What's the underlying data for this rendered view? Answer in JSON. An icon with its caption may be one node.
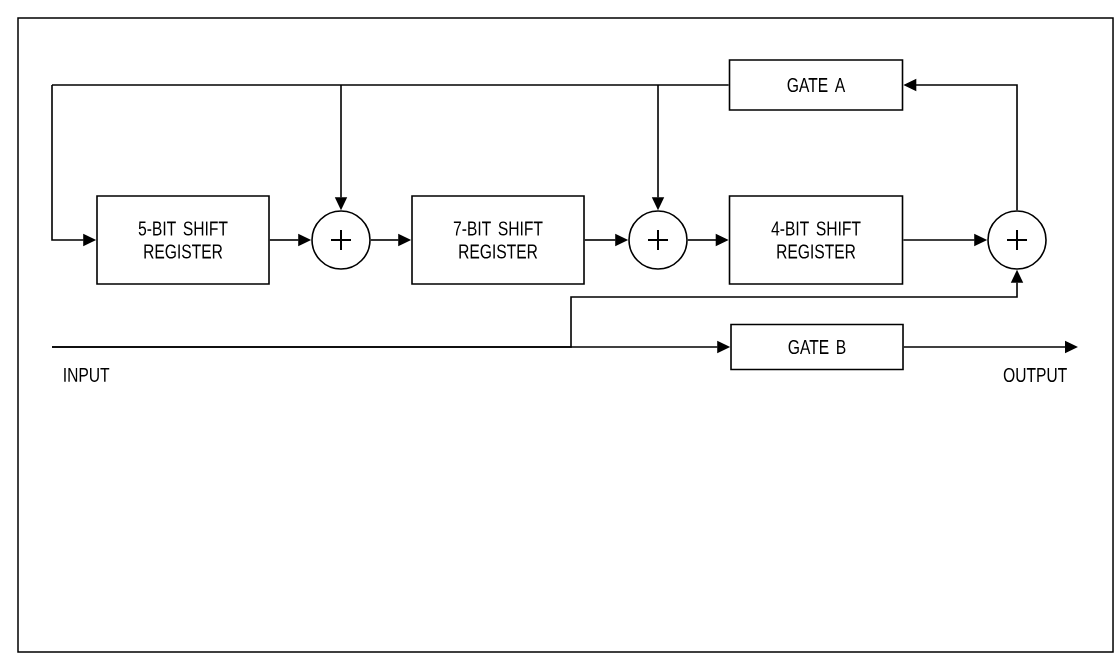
{
  "diagram": {
    "nodes": [
      {
        "text": [
          "GATE A"
        ]
      },
      {
        "text": [
          "5-BIT SHIFT REGISTER"
        ]
      },
      {
        "text": [],
        "shape": "circle"
      },
      {
        "text": [
          "7-BIT SHIFT REGISTER"
        ]
      },
      {
        "text": [],
        "shape": "circle"
      },
      {
        "text": [
          "4-BIT SHIFT REGISTER"
        ]
      },
      {
        "text": [],
        "shape": "circle"
      },
      {
        "text": [
          "GATE B"
        ]
      }
    ],
    "edges": [
      {
        "from": 0,
        "to": 1,
        "arrow": "to"
      },
      {
        "from": 0,
        "to": 2,
        "arrow": "to"
      },
      {
        "from": 0,
        "to": 4,
        "arrow": "to"
      },
      {
        "from": 1,
        "to": 2,
        "arrow": "to"
      },
      {
        "from": 2,
        "to": 3,
        "arrow": "to"
      },
      {
        "from": 3,
        "to": 4,
        "arrow": "to"
      },
      {
        "from": 4,
        "to": 5,
        "arrow": "to"
      },
      {
        "from": 5,
        "to": 6,
        "arrow": "to"
      },
      {
        "from": 6,
        "to": 0,
        "arrow": "to"
      },
      {
        "from": null,
        "to": 7,
        "arrow": "to"
      },
      {
        "from": null,
        "to": 6,
        "arrow": "to"
      },
      {
        "from": 7,
        "to": null,
        "arrow": "to"
      }
    ],
    "labels": [
      "INPUT",
      "OUTPUT"
    ]
  }
}
